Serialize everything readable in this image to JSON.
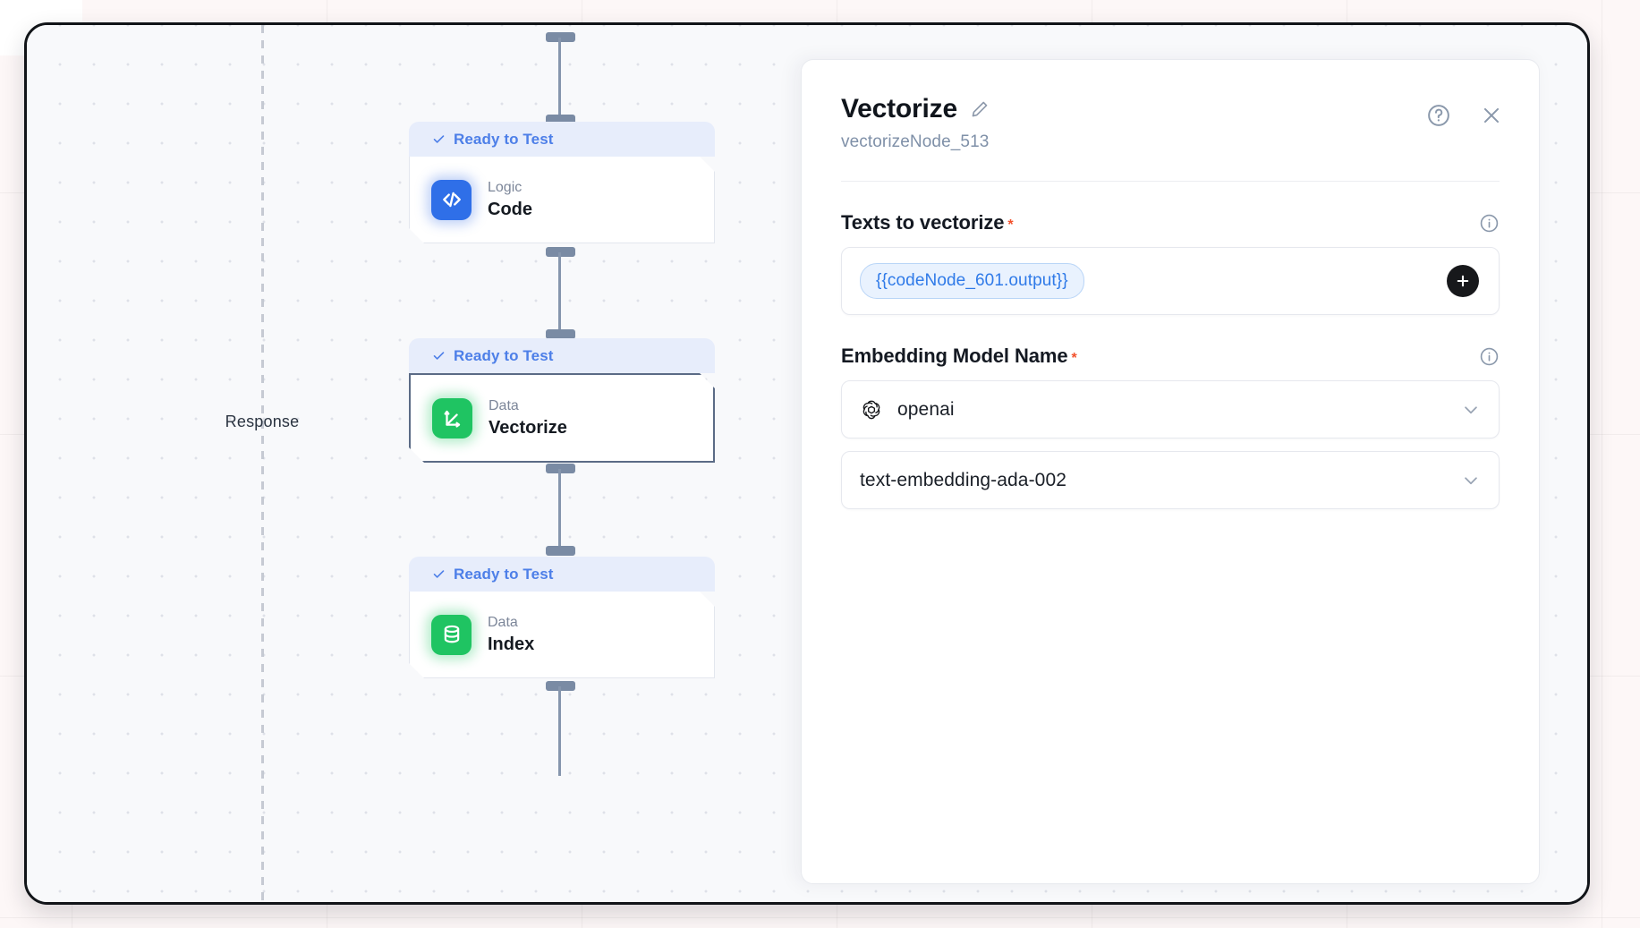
{
  "canvas": {
    "response_label": "Response",
    "nodes": [
      {
        "id": "code",
        "status": "Ready to Test",
        "category": "Logic",
        "title": "Code",
        "icon": "code-brackets-icon",
        "icon_color": "#2F6FE8",
        "selected": false
      },
      {
        "id": "vectorize",
        "status": "Ready to Test",
        "category": "Data",
        "title": "Vectorize",
        "icon": "vector-axes-icon",
        "icon_color": "#1FC462",
        "selected": true
      },
      {
        "id": "index",
        "status": "Ready to Test",
        "category": "Data",
        "title": "Index",
        "icon": "database-icon",
        "icon_color": "#1FC462",
        "selected": false
      }
    ]
  },
  "panel": {
    "title": "Vectorize",
    "edit_icon": "pencil-icon",
    "subtitle": "vectorizeNode_513",
    "help_icon": "question-circle-icon",
    "close_icon": "close-icon",
    "fields": {
      "texts": {
        "label": "Texts to vectorize",
        "required_marker": "*",
        "info_icon": "info-icon",
        "chips": [
          "{{codeNode_601.output}}"
        ],
        "add_icon": "plus-icon"
      },
      "embedding_model": {
        "label": "Embedding Model Name",
        "required_marker": "*",
        "info_icon": "info-icon",
        "provider": {
          "value": "openai",
          "icon": "openai-logo-icon",
          "chevron": "chevron-down-icon"
        },
        "model": {
          "value": "text-embedding-ada-002",
          "chevron": "chevron-down-icon"
        }
      }
    }
  },
  "colors": {
    "accent_blue": "#4D7FE8",
    "status_bg": "#E7EDFB",
    "required_red": "#F2512C",
    "chip_blue": "#2F7AE8",
    "node_green": "#1FC462",
    "selected_border": "#5B6B86"
  }
}
